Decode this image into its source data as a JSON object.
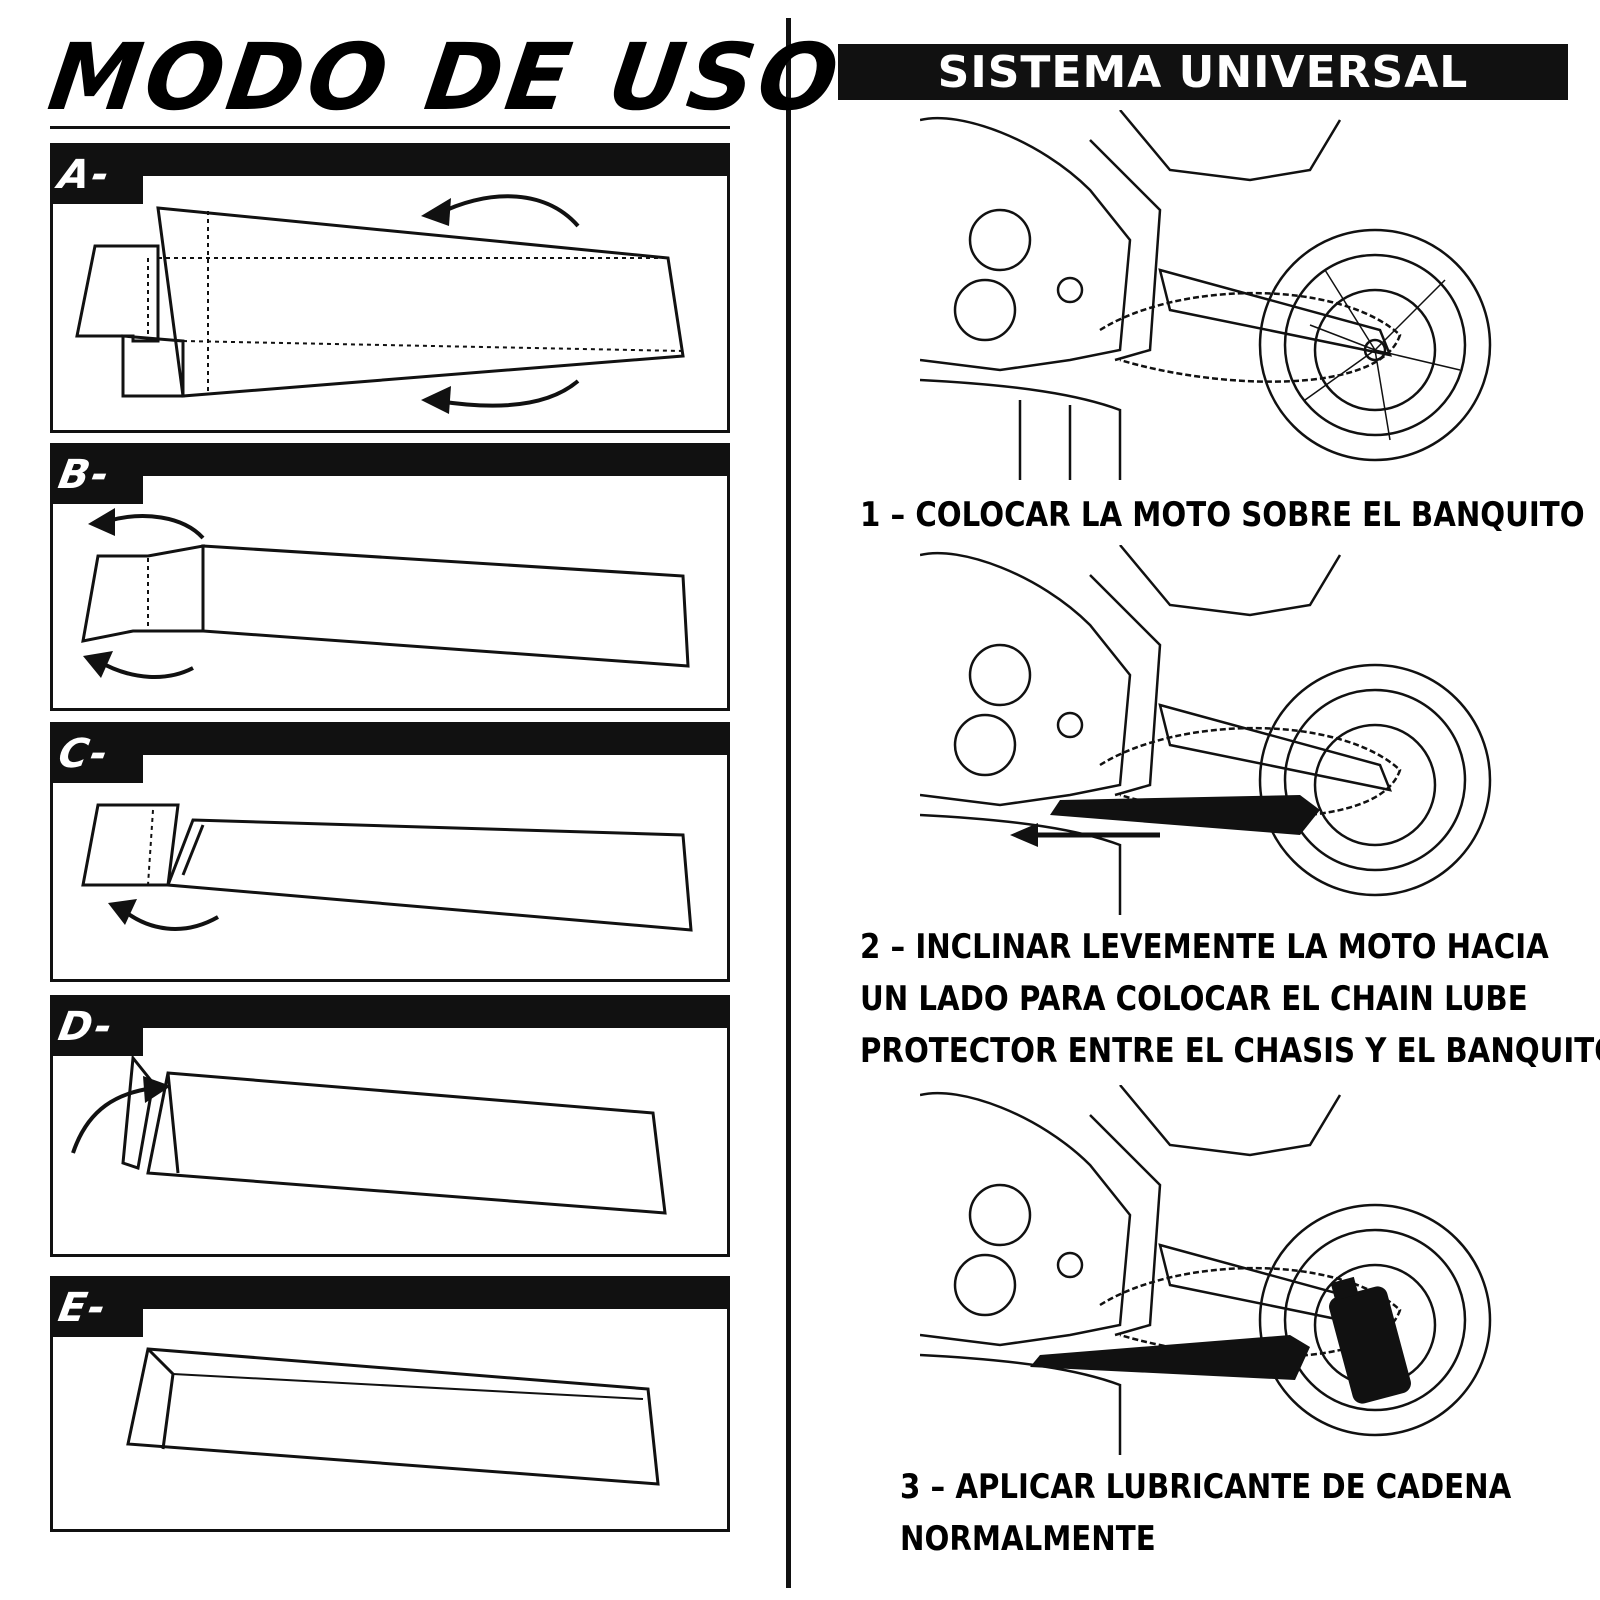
{
  "left": {
    "title": "MODO DE USO",
    "panels": [
      {
        "label": "A-"
      },
      {
        "label": "B-"
      },
      {
        "label": "C-"
      },
      {
        "label": "D-"
      },
      {
        "label": "E-"
      }
    ]
  },
  "right": {
    "header": "SISTEMA UNIVERSAL",
    "steps": [
      {
        "lines": [
          "1 – COLOCAR LA MOTO SOBRE EL BANQUITO"
        ]
      },
      {
        "lines": [
          "2 – INCLINAR LEVEMENTE LA MOTO HACIA",
          "UN LADO PARA COLOCAR EL CHAIN LUBE",
          "PROTECTOR ENTRE EL CHASIS Y EL BANQUITO"
        ]
      },
      {
        "lines": [
          "3 – APLICAR LUBRICANTE DE CADENA",
          "NORMALMENTE"
        ]
      }
    ]
  },
  "colors": {
    "ink": "#111111",
    "paper": "#ffffff"
  }
}
